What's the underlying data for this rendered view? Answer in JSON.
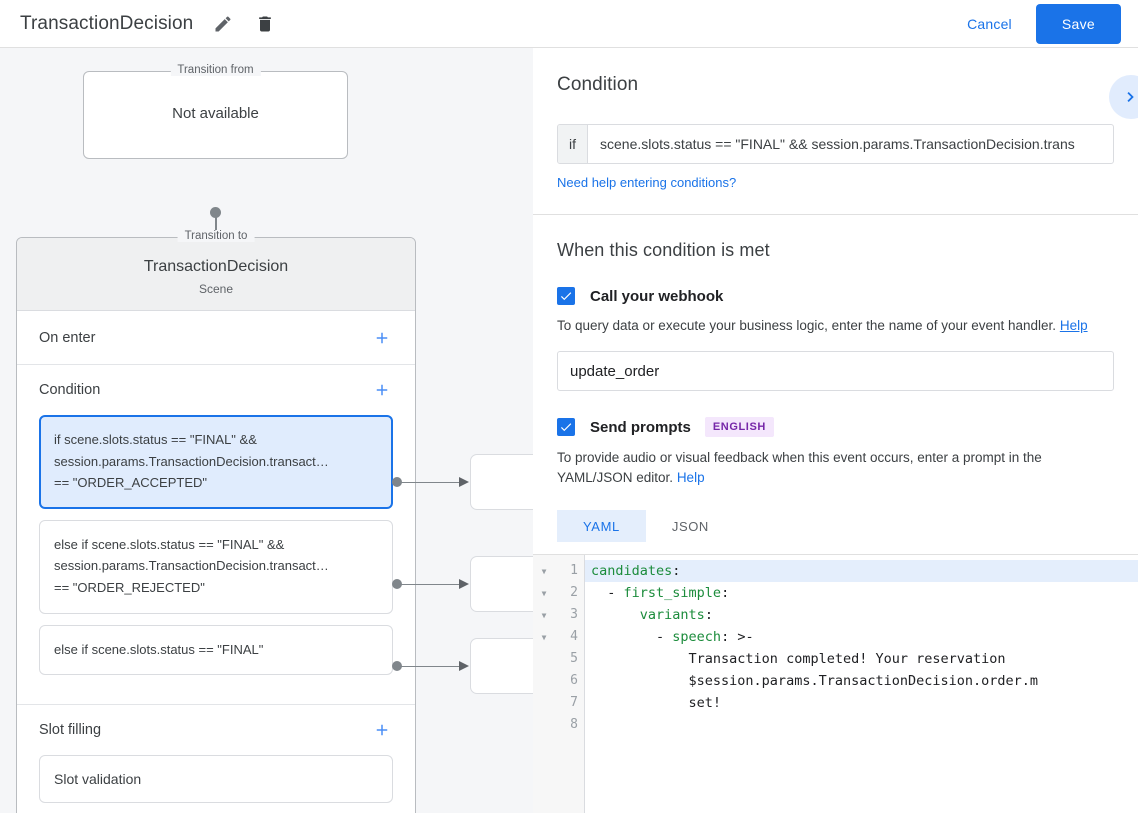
{
  "topbar": {
    "title": "TransactionDecision",
    "edit_icon": "pencil-icon",
    "delete_icon": "trash-icon",
    "cancel_label": "Cancel",
    "save_label": "Save"
  },
  "colors": {
    "accent_blue": "#1a73e8",
    "selected_card_bg": "#e0ecfd",
    "badge_bg": "#f4e7fc",
    "badge_text": "#7627a8",
    "canvas_bg": "#f5f6f8"
  },
  "canvas": {
    "transition_from": {
      "legend": "Transition from",
      "value": "Not available"
    },
    "transition_to": {
      "legend": "Transition to",
      "name": "TransactionDecision",
      "type": "Scene"
    },
    "sections": {
      "on_enter": {
        "title": "On enter",
        "add_label": "+"
      },
      "condition": {
        "title": "Condition",
        "add_label": "+"
      },
      "slot_filling": {
        "title": "Slot filling",
        "add_label": "+"
      }
    },
    "conditions": [
      {
        "lines": [
          "if scene.slots.status == \"FINAL\" &&",
          "session.params.TransactionDecision.transact…",
          "== \"ORDER_ACCEPTED\""
        ],
        "selected": true
      },
      {
        "lines": [
          "else if scene.slots.status == \"FINAL\" &&",
          "session.params.TransactionDecision.transact…",
          "== \"ORDER_REJECTED\""
        ],
        "selected": false
      },
      {
        "lines": [
          "else if scene.slots.status == \"FINAL\""
        ],
        "selected": false
      }
    ],
    "slot_filling_items": [
      {
        "label": "Slot validation"
      }
    ]
  },
  "rightpanel": {
    "title": "Condition",
    "next_icon": "chevron-right-icon",
    "if_label": "if",
    "if_value": "scene.slots.status == \"FINAL\" && session.params.TransactionDecision.trans",
    "help_conditions_link": "Need help entering conditions?",
    "when_met_heading": "When this condition is met",
    "webhook": {
      "checked": true,
      "label": "Call your webhook",
      "description": "To query data or execute your business logic, enter the name of your event handler.",
      "help_label": "Help",
      "handler_value": "update_order",
      "handler_placeholder": ""
    },
    "prompts": {
      "checked": true,
      "label": "Send prompts",
      "badge": "ENGLISH",
      "description": "To provide audio or visual feedback when this event occurs, enter a prompt in the YAML/JSON editor.",
      "help_label": "Help",
      "tabs": [
        {
          "label": "YAML",
          "active": true
        },
        {
          "label": "JSON",
          "active": false
        }
      ],
      "editor": {
        "lines": [
          {
            "num": "1",
            "fold": true,
            "highlight": true,
            "key": "candidates",
            "text": ":"
          },
          {
            "num": "2",
            "fold": true,
            "highlight": false,
            "indent": "  - ",
            "key": "first_simple",
            "text": ":"
          },
          {
            "num": "3",
            "fold": true,
            "highlight": false,
            "indent": "      ",
            "key": "variants",
            "text": ":"
          },
          {
            "num": "4",
            "fold": true,
            "highlight": false,
            "indent": "        - ",
            "key": "speech",
            "text": ": >-"
          },
          {
            "num": "5",
            "fold": false,
            "highlight": false,
            "indent": "            ",
            "key": "",
            "text": "Transaction completed! Your reservation"
          },
          {
            "num": "6",
            "fold": false,
            "highlight": false,
            "indent": "            ",
            "key": "",
            "text": "$session.params.TransactionDecision.order.m"
          },
          {
            "num": "7",
            "fold": false,
            "highlight": false,
            "indent": "            ",
            "key": "",
            "text": "set!"
          },
          {
            "num": "8",
            "fold": false,
            "highlight": false,
            "indent": "",
            "key": "",
            "text": ""
          }
        ]
      }
    }
  }
}
